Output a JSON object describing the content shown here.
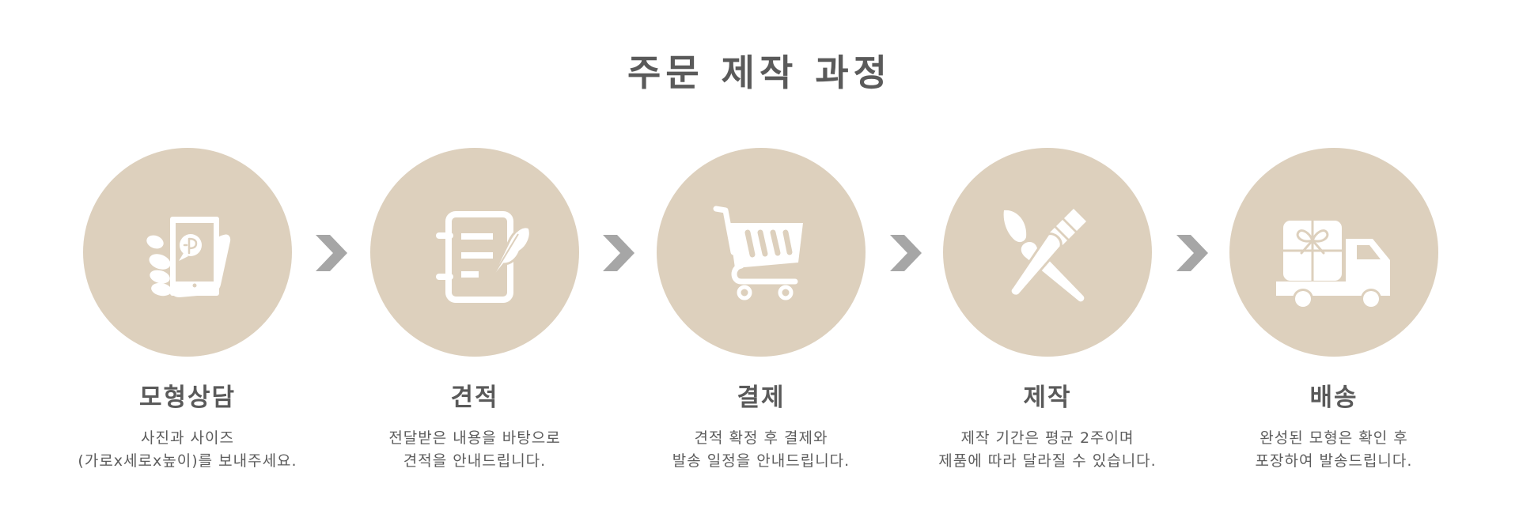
{
  "title": "주문 제작 과정",
  "colors": {
    "circle": "#ddd0bd",
    "icon": "#ffffff",
    "arrow": "#a6a6a6",
    "text": "#5a5a5a"
  },
  "steps": [
    {
      "icon": "hand-phone-chat-icon",
      "title": "모형상담",
      "desc": [
        "사진과 사이즈",
        "(가로x세로x높이)를 보내주세요."
      ]
    },
    {
      "icon": "notebook-quill-icon",
      "title": "견적",
      "desc": [
        "전달받은 내용을 바탕으로",
        "견적을 안내드립니다."
      ]
    },
    {
      "icon": "shopping-cart-icon",
      "title": "결제",
      "desc": [
        "견적 확정 후 결제와",
        "발송 일정을 안내드립니다."
      ]
    },
    {
      "icon": "brush-pen-crossed-icon",
      "title": "제작",
      "desc": [
        "제작 기간은 평균 2주이며",
        "제품에 따라 달라질 수 있습니다."
      ]
    },
    {
      "icon": "delivery-truck-gift-icon",
      "title": "배송",
      "desc": [
        "완성된 모형은 확인 후",
        "포장하여 발송드립니다."
      ]
    }
  ],
  "arrow_icon": "chevron-right-icon"
}
